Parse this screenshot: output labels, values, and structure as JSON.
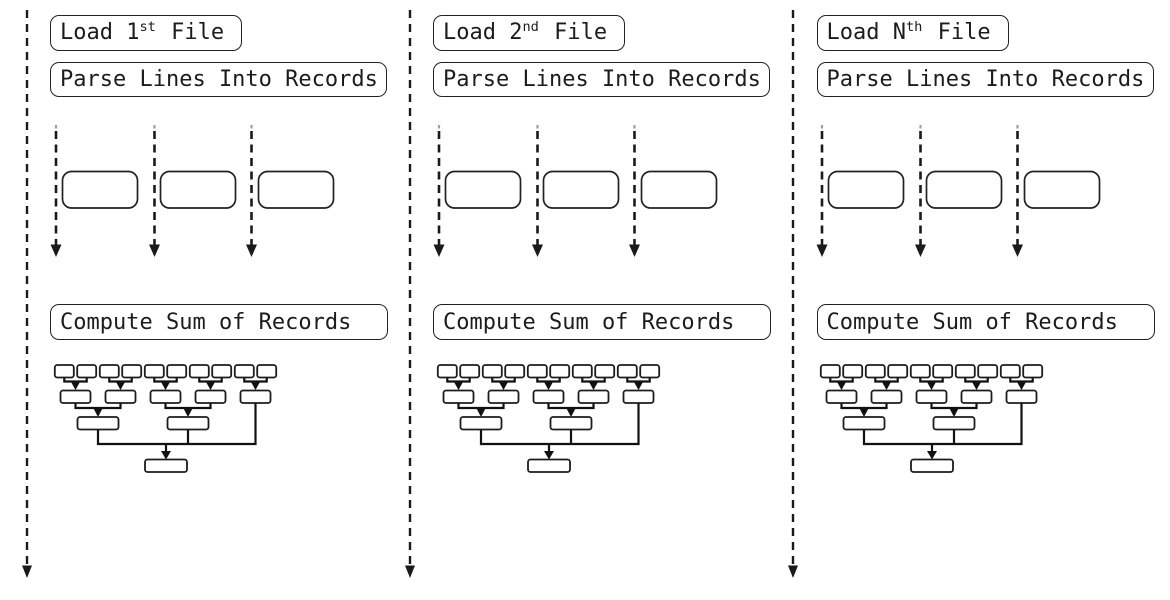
{
  "diagram": {
    "description": "Three-column parallel pipeline: load file, parse lines into records, compute sum of records via tree reduction",
    "column_count": 3
  },
  "colors": {
    "ink": "#1a1a1a",
    "box_border": "#222222",
    "background": "#ffffff",
    "faded_tick": "#a0a0a0"
  },
  "columns": [
    {
      "load_pre": "Load 1",
      "load_sup": "st",
      "load_post": " File",
      "parse_label": "Parse Lines Into Records",
      "compute_label": "Compute Sum of Records"
    },
    {
      "load_pre": "Load 2",
      "load_sup": "nd",
      "load_post": " File",
      "parse_label": "Parse Lines Into Records",
      "compute_label": "Compute Sum of Records"
    },
    {
      "load_pre": "Load N",
      "load_sup": "th",
      "load_post": " File",
      "parse_label": "Parse Lines Into Records",
      "compute_label": "Compute Sum of Records"
    }
  ],
  "column_lefts": [
    26.5,
    409.5,
    793
  ]
}
